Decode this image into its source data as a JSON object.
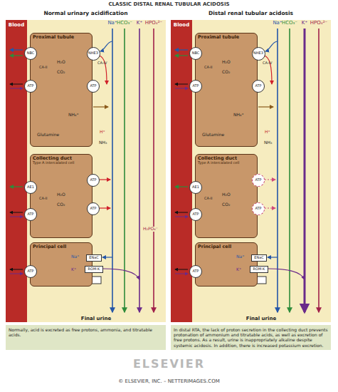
{
  "diagram": {
    "title": "CLASSIC DISTAL RENAL TUBULAR ACIDOSIS",
    "nodes": [
      {
        "text": [
          "Normal urinary acidification"
        ]
      },
      {
        "text": [
          "Blood"
        ],
        "in": 0
      },
      {
        "text": [
          "Proximal tubule"
        ],
        "in": 0
      },
      {
        "text": [
          "NBC"
        ],
        "in": 2
      },
      {
        "text": [
          "NHE3"
        ],
        "in": 2
      },
      {
        "text": [
          "ATP"
        ],
        "in": 2
      },
      {
        "text": [
          "ATP"
        ],
        "in": 2
      },
      {
        "text": [
          "Collecting duct",
          "Type A intercalated cell"
        ],
        "in": 0
      },
      {
        "text": [
          "AE1"
        ],
        "in": 7
      },
      {
        "text": [
          "ATP"
        ],
        "in": 7
      },
      {
        "text": [
          "ATP"
        ],
        "in": 7
      },
      {
        "text": [
          "ATP"
        ],
        "in": 7
      },
      {
        "text": [
          "Principal cell"
        ],
        "in": 0
      },
      {
        "text": [
          "ATP"
        ],
        "in": 12
      },
      {
        "text": [
          "ENaC"
        ],
        "in": 12
      },
      {
        "text": [
          "ROM-K"
        ],
        "in": 12
      },
      {
        "text": [
          "Distal renal tubular acidosis"
        ]
      },
      {
        "text": [
          "Blood"
        ],
        "in": 16
      },
      {
        "text": [
          "Proximal tubule"
        ],
        "in": 16
      },
      {
        "text": [
          "NBC"
        ],
        "in": 18
      },
      {
        "text": [
          "NHE3"
        ],
        "in": 18
      },
      {
        "text": [
          "ATP"
        ],
        "in": 18
      },
      {
        "text": [
          "ATP"
        ],
        "in": 18
      },
      {
        "text": [
          "Collecting duct",
          "Type A intercalated cell"
        ],
        "in": 16
      },
      {
        "text": [
          "AE1"
        ],
        "in": 23
      },
      {
        "text": [
          "ATP"
        ],
        "in": 23
      },
      {
        "text": [
          "ATP"
        ],
        "in": 23
      },
      {
        "text": [
          "ATP"
        ],
        "in": 23
      },
      {
        "text": [
          "Principal cell"
        ],
        "in": 16
      },
      {
        "text": [
          "ATP"
        ],
        "in": 28
      },
      {
        "text": [
          "ENaC"
        ],
        "in": 28
      },
      {
        "text": [
          "ROM-K"
        ],
        "in": 28
      },
      {
        "text": [
          "Normally, acid is excreted as free protons, ammonia, and titratable acids."
        ]
      },
      {
        "text": [
          "In distal RTA, the lack of proton secretion in the collecting duct prevents protonation of ammonium and titratable acids, as well as excretion of free protons. As a result, urine is inappropriately alkaline despite systemic acidosis. In addition, there is increased potassium excretion."
        ]
      }
    ],
    "labels": [
      "Na⁺",
      "HCO₃⁻",
      "K⁺",
      "HPO₄²⁻",
      "CA-IV",
      "H₂O",
      "CO₂",
      "CA-II",
      "Glutamine",
      "NH₄⁺",
      "H⁺",
      "NH₃",
      "CA-II",
      "H₂O",
      "CO₂",
      "Na⁺",
      "K⁺",
      "Final urine",
      "H₂PO₄⁻",
      "Na⁺",
      "HCO₃⁻",
      "K⁺",
      "HPO₄²⁻",
      "CA-IV",
      "H₂O",
      "CO₂",
      "CA-II",
      "Glutamine",
      "NH₄⁺",
      "H⁺",
      "NH₃",
      "CA-II",
      "H₂O",
      "CO₂",
      "Na⁺",
      "K⁺",
      "Final urine",
      "ELSEVIER",
      "© ELSEVIER, INC. – NETTERIMAGES.COM"
    ]
  }
}
